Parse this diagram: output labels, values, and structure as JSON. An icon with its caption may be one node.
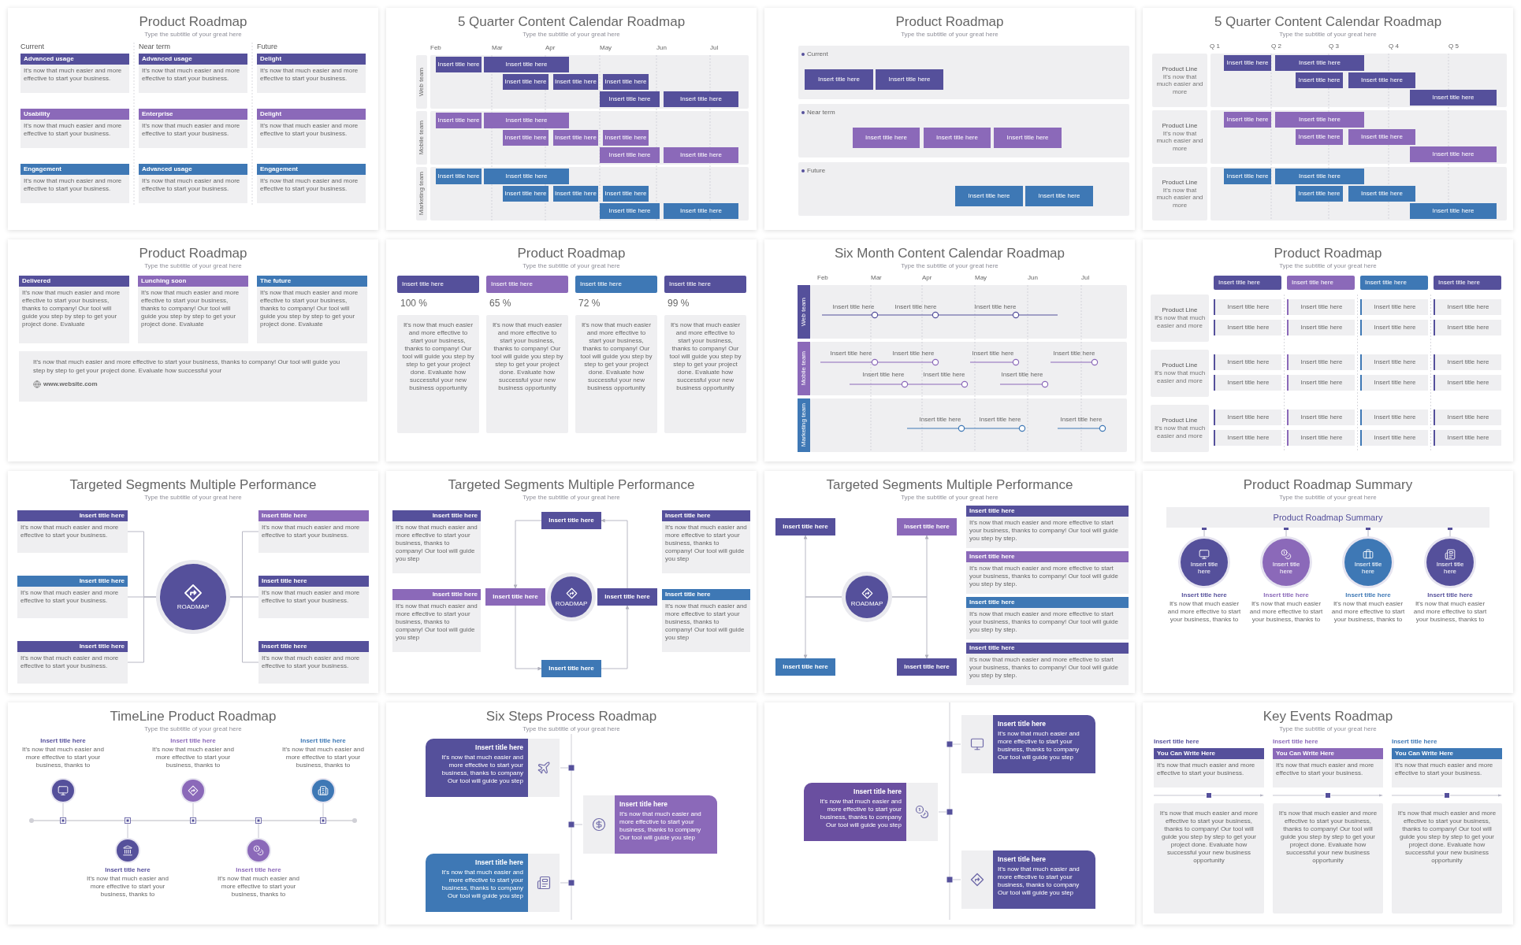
{
  "diagram": {
    "nodes": [
      {
        "text": [
          "Product Roadmap",
          "Type the subtitle of your great here"
        ]
      },
      {
        "text": [
          "Advanced usage",
          "It's now that much easier and more effective to start your business."
        ],
        "in": 0
      },
      {
        "text": [
          "Advanced usage",
          "It's now that much easier and more effective to start your business."
        ],
        "in": 0
      },
      {
        "text": [
          "Delight",
          "It's now that much easier and more effective to start your business."
        ],
        "in": 0
      },
      {
        "text": [
          "Usability",
          "It's now that much easier and more effective to start your business."
        ],
        "in": 0
      },
      {
        "text": [
          "Enterprise",
          "It's now that much easier and more effective to start your business."
        ],
        "in": 0
      },
      {
        "text": [
          "Delight",
          "It's now that much easier and more effective to start your business."
        ],
        "in": 0
      },
      {
        "text": [
          "Engagement",
          "It's now that much easier and more effective to start your business."
        ],
        "in": 0
      },
      {
        "text": [
          "Advanced usage",
          "It's now that much easier and more effective to start your business."
        ],
        "in": 0
      },
      {
        "text": [
          "Engagement",
          "It's now that much easier and more effective to start your business."
        ],
        "in": 0
      },
      {
        "text": [
          "5 Quarter Content Calendar Roadmap",
          "Type the subtitle of your great here"
        ]
      },
      {
        "text": [
          "Insert title here"
        ],
        "in": 10
      },
      {
        "text": [
          "Insert title here"
        ],
        "in": 10
      },
      {
        "text": [
          "Insert title here"
        ],
        "in": 10
      },
      {
        "text": [
          "Insert title here"
        ],
        "in": 10
      },
      {
        "text": [
          "Insert title here"
        ],
        "in": 10
      },
      {
        "text": [
          "Insert title here"
        ],
        "in": 10
      },
      {
        "text": [
          "Insert title here"
        ],
        "in": 10
      },
      {
        "text": [
          "Insert title here"
        ],
        "in": 10
      },
      {
        "text": [
          "Insert title here"
        ],
        "in": 10
      },
      {
        "text": [
          "Insert title here"
        ],
        "in": 10
      },
      {
        "text": [
          "Insert title here"
        ],
        "in": 10
      },
      {
        "text": [
          "Insert title here"
        ],
        "in": 10
      },
      {
        "text": [
          "Insert title here"
        ],
        "in": 10
      },
      {
        "text": [
          "Insert title here"
        ],
        "in": 10
      },
      {
        "text": [
          "Insert title here"
        ],
        "in": 10
      },
      {
        "text": [
          "Insert title here"
        ],
        "in": 10
      },
      {
        "text": [
          "Insert title here"
        ],
        "in": 10
      },
      {
        "text": [
          "Insert title here"
        ],
        "in": 10
      },
      {
        "text": [
          "Insert title here"
        ],
        "in": 10
      },
      {
        "text": [
          "Insert title here"
        ],
        "in": 10
      },
      {
        "text": [
          "Insert title here"
        ],
        "in": 10
      },
      {
        "text": [
          "Product Roadmap",
          "Type the subtitle of your great here"
        ]
      },
      {
        "text": [
          "Insert title here"
        ],
        "in": 32
      },
      {
        "text": [
          "Insert title here"
        ],
        "in": 32
      },
      {
        "text": [
          "Insert title here"
        ],
        "in": 32
      },
      {
        "text": [
          "Insert title here"
        ],
        "in": 32
      },
      {
        "text": [
          "Insert title here"
        ],
        "in": 32
      },
      {
        "text": [
          "Insert title here"
        ],
        "in": 32
      },
      {
        "text": [
          "Insert title here"
        ],
        "in": 32
      },
      {
        "text": [
          "5 Quarter Content Calendar Roadmap",
          "Type the subtitle of your great here"
        ]
      },
      {
        "text": [
          "Product Line",
          "It's now that much easier and more"
        ],
        "in": 40
      },
      {
        "text": [
          "Insert title here"
        ],
        "in": 40
      },
      {
        "text": [
          "Insert title here"
        ],
        "in": 40
      },
      {
        "text": [
          "Insert title here"
        ],
        "in": 40
      },
      {
        "text": [
          "Insert title here"
        ],
        "in": 40
      },
      {
        "text": [
          "Insert title here"
        ],
        "in": 40
      },
      {
        "text": [
          "Product Line",
          "It's now that much easier and more"
        ],
        "in": 40
      },
      {
        "text": [
          "Insert title here"
        ],
        "in": 40
      },
      {
        "text": [
          "Insert title here"
        ],
        "in": 40
      },
      {
        "text": [
          "Insert title here"
        ],
        "in": 40
      },
      {
        "text": [
          "Insert title here"
        ],
        "in": 40
      },
      {
        "text": [
          "Insert title here"
        ],
        "in": 40
      },
      {
        "text": [
          "Product Line",
          "It's now that much easier and more"
        ],
        "in": 40
      },
      {
        "text": [
          "Insert title here"
        ],
        "in": 40
      },
      {
        "text": [
          "Insert title here"
        ],
        "in": 40
      },
      {
        "text": [
          "Insert title here"
        ],
        "in": 40
      },
      {
        "text": [
          "Insert title here"
        ],
        "in": 40
      },
      {
        "text": [
          "Insert title here"
        ],
        "in": 40
      },
      {
        "text": [
          "Product Roadmap",
          "Type the subtitle of your great here"
        ]
      },
      {
        "text": [
          "Delivered",
          "It's now that much easier and more effective to start your business, thanks to company! Our tool will guide you step by step to get your project done. Evaluate"
        ],
        "in": 59
      },
      {
        "text": [
          "Lunching soon",
          "It's now that much easier and more effective to start your business, thanks to company! Our tool will guide you step by step to get your project done. Evaluate"
        ],
        "in": 59
      },
      {
        "text": [
          "The future",
          "It's now that much easier and more effective to start your business, thanks to company! Our tool will guide you step by step to get your project done. Evaluate"
        ],
        "in": 59
      },
      {
        "text": [
          "It's now that much easier and more effective to start your business, thanks to company! Our tool will guide you step by step to get your project done. Evaluate how successful your",
          "www.website.com"
        ],
        "in": 59
      },
      {
        "text": [
          "Product Roadmap",
          "Type the subtitle of your great here"
        ]
      },
      {
        "text": [
          "Insert title here"
        ],
        "in": 64
      },
      {
        "text": [
          "Insert title here"
        ],
        "in": 64
      },
      {
        "text": [
          "Insert title here"
        ],
        "in": 64
      },
      {
        "text": [
          "Insert title here"
        ],
        "in": 64
      },
      {
        "text": [
          "It's now that much easier and more effective to start your business, thanks to company! Our tool will guide you step by step to get your project done. Evaluate how successful your new business opportunity"
        ],
        "in": 64
      },
      {
        "text": [
          "It's now that much easier and more effective to start your business, thanks to company! Our tool will guide you step by step to get your project done. Evaluate how successful your new business opportunity"
        ],
        "in": 64
      },
      {
        "text": [
          "It's now that much easier and more effective to start your business, thanks to company! Our tool will guide you step by step to get your project done. Evaluate how successful your new business opportunity"
        ],
        "in": 64
      },
      {
        "text": [
          "It's now that much easier and more effective to start your business, thanks to company! Our tool will guide you step by step to get your project done. Evaluate how successful your new business opportunity"
        ],
        "in": 64
      },
      {
        "text": [
          "Six Month Content Calendar Roadmap",
          "Type the subtitle of your great here"
        ]
      },
      {
        "text": [
          "Web team"
        ],
        "in": 73
      },
      {
        "text": [
          "Mobile team"
        ],
        "in": 73
      },
      {
        "text": [
          "Marketing team"
        ],
        "in": 73
      },
      {
        "text": [
          "Product Roadmap",
          "Type the subtitle of your great here"
        ]
      },
      {
        "text": [
          "Insert title here"
        ],
        "in": 77
      },
      {
        "text": [
          "Insert title here"
        ],
        "in": 77
      },
      {
        "text": [
          "Insert title here"
        ],
        "in": 77
      },
      {
        "text": [
          "Insert title here"
        ],
        "in": 77
      },
      {
        "text": [
          "Product Line",
          "It's now that much easier and more"
        ],
        "in": 77
      },
      {
        "text": [
          "Insert title here"
        ],
        "in": 77
      },
      {
        "text": [
          "Insert title here"
        ],
        "in": 77
      },
      {
        "text": [
          "Insert title here"
        ],
        "in": 77
      },
      {
        "text": [
          "Insert title here"
        ],
        "in": 77
      },
      {
        "text": [
          "Insert title here"
        ],
        "in": 77
      },
      {
        "text": [
          "Insert title here"
        ],
        "in": 77
      },
      {
        "text": [
          "Insert title here"
        ],
        "in": 77
      },
      {
        "text": [
          "Insert title here"
        ],
        "in": 77
      },
      {
        "text": [
          "Product Line",
          "It's now that much easier and more"
        ],
        "in": 77
      },
      {
        "text": [
          "Insert title here"
        ],
        "in": 77
      },
      {
        "text": [
          "Insert title here"
        ],
        "in": 77
      },
      {
        "text": [
          "Insert title here"
        ],
        "in": 77
      },
      {
        "text": [
          "Insert title here"
        ],
        "in": 77
      },
      {
        "text": [
          "Insert title here"
        ],
        "in": 77
      },
      {
        "text": [
          "Insert title here"
        ],
        "in": 77
      },
      {
        "text": [
          "Insert title here"
        ],
        "in": 77
      },
      {
        "text": [
          "Insert title here"
        ],
        "in": 77
      },
      {
        "text": [
          "Product Line",
          "It's now that much easier and more"
        ],
        "in": 77
      },
      {
        "text": [
          "Insert title here"
        ],
        "in": 77
      },
      {
        "text": [
          "Insert title here"
        ],
        "in": 77
      },
      {
        "text": [
          "Insert title here"
        ],
        "in": 77
      },
      {
        "text": [
          "Insert title here"
        ],
        "in": 77
      },
      {
        "text": [
          "Insert title here"
        ],
        "in": 77
      },
      {
        "text": [
          "Insert title here"
        ],
        "in": 77
      },
      {
        "text": [
          "Insert title here"
        ],
        "in": 77
      },
      {
        "text": [
          "Insert title here"
        ],
        "in": 77
      },
      {
        "text": [
          "Targeted Segments Multiple Performance",
          "Type the subtitle of your great here"
        ]
      },
      {
        "text": [
          "Insert title here",
          "It's now that much easier and more effective to start your business."
        ],
        "in": 109
      },
      {
        "text": [
          "Insert title here",
          "It's now that much easier and more effective to start your business."
        ],
        "in": 109
      },
      {
        "text": [
          "Insert title here",
          "It's now that much easier and more effective to start your business."
        ],
        "in": 109
      },
      {
        "text": [
          "ROADMAP"
        ],
        "in": 109
      },
      {
        "text": [
          "Insert title here",
          "It's now that much easier and more effective to start your business."
        ],
        "in": 109
      },
      {
        "text": [
          "Insert title here",
          "It's now that much easier and more effective to start your business."
        ],
        "in": 109
      },
      {
        "text": [
          "Insert title here",
          "It's now that much easier and more effective to start your business."
        ],
        "in": 109
      },
      {
        "text": [
          "Targeted Segments Multiple Performance",
          "Type the subtitle of your great here"
        ]
      },
      {
        "text": [
          "Insert title here",
          "It's now that much easier and more effective to start your business, thanks to company! Our tool will guide you step"
        ],
        "in": 117
      },
      {
        "text": [
          "Insert title here",
          "It's now that much easier and more effective to start your business, thanks to company! Our tool will guide you step"
        ],
        "in": 117
      },
      {
        "text": [
          "Insert title here"
        ],
        "in": 117
      },
      {
        "text": [
          "Insert title here"
        ],
        "in": 117
      },
      {
        "text": [
          "ROADMAP"
        ],
        "in": 117
      },
      {
        "text": [
          "Insert title here"
        ],
        "in": 117
      },
      {
        "text": [
          "Insert title here"
        ],
        "in": 117
      },
      {
        "text": [
          "Insert title here",
          "It's now that much easier and more effective to start your business, thanks to company! Our tool will guide you step"
        ],
        "in": 117
      },
      {
        "text": [
          "Insert title here",
          "It's now that much easier and more effective to start your business, thanks to company! Our tool will guide you step"
        ],
        "in": 117
      },
      {
        "text": [
          "Targeted Segments Multiple Performance",
          "Type the subtitle of your great here"
        ]
      },
      {
        "text": [
          "Insert title here"
        ],
        "in": 127
      },
      {
        "text": [
          "Insert title here"
        ],
        "in": 127
      },
      {
        "text": [
          "ROADMAP"
        ],
        "in": 127
      },
      {
        "text": [
          "Insert title here"
        ],
        "in": 127
      },
      {
        "text": [
          "Insert title here"
        ],
        "in": 127
      },
      {
        "text": [
          "Insert title here",
          "It's now that much easier and more effective to start your business, thanks to company! Our tool will guide you step by step."
        ],
        "in": 127
      },
      {
        "text": [
          "Insert title here",
          "It's now that much easier and more effective to start your business, thanks to company! Our tool will guide you step by step."
        ],
        "in": 127
      },
      {
        "text": [
          "Insert title here",
          "It's now that much easier and more effective to start your business, thanks to company! Our tool will guide you step by step."
        ],
        "in": 127
      },
      {
        "text": [
          "Insert title here",
          "It's now that much easier and more effective to start your business, thanks to company! Our tool will guide you step by step."
        ],
        "in": 127
      },
      {
        "text": [
          "Product Roadmap Summary",
          "Type the subtitle of your great here"
        ]
      },
      {
        "text": [
          "Product Roadmap Summary"
        ],
        "in": 137
      },
      {
        "text": [
          "Insert title here"
        ],
        "in": 137,
        "beside": [
          "Insert title here",
          "It's now that much easier and more effective to start your business, thanks to"
        ]
      },
      {
        "text": [
          "Insert title here"
        ],
        "in": 137,
        "beside": [
          "Insert title here",
          "It's now that much easier and more effective to start your business, thanks to"
        ]
      },
      {
        "text": [
          "Insert title here"
        ],
        "in": 137,
        "beside": [
          "Insert title here",
          "It's now that much easier and more effective to start your business, thanks to"
        ]
      },
      {
        "text": [
          "Insert title here"
        ],
        "in": 137,
        "beside": [
          "Insert title here",
          "It's now that much easier and more effective to start your business, thanks to"
        ]
      },
      {
        "text": [
          "TimeLine Product Roadmap",
          "Type the subtitle of your great here"
        ]
      },
      {
        "text": [],
        "shape": "circle",
        "in": 143,
        "beside": [
          "Insert title here",
          "It's now that much easier and more effective to start your business, thanks to"
        ]
      },
      {
        "text": [],
        "shape": "circle",
        "in": 143,
        "beside": [
          "Insert title here",
          "It's now that much easier and more effective to start your business, thanks to"
        ]
      },
      {
        "text": [],
        "shape": "circle",
        "in": 143,
        "beside": [
          "Insert title here",
          "It's now that much easier and more effective to start your business, thanks to"
        ]
      },
      {
        "text": [],
        "shape": "circle",
        "in": 143,
        "beside": [
          "Insert title here",
          "It's now that much easier and more effective to start your business, thanks to"
        ]
      },
      {
        "text": [],
        "shape": "circle",
        "in": 143,
        "beside": [
          "Insert title here",
          "It's now that much easier and more effective to start your business, thanks to"
        ]
      },
      {
        "text": [
          "Six Steps Process Roadmap",
          "Type the subtitle of your great here"
        ]
      },
      {
        "text": [
          "Insert title here",
          "It's now that much easier and more effective to start your business, thanks to company Our tool will guide you step"
        ],
        "in": 149
      },
      {
        "text": [
          "Insert title here",
          "It's now that much easier and more effective to start your business, thanks to company Our tool will guide you step"
        ],
        "in": 149
      },
      {
        "text": [
          "Insert title here",
          "It's now that much easier and more effective to start your business, thanks to company Our tool will guide you step"
        ],
        "in": 149
      },
      {
        "text": [],
        "shape": "box"
      },
      {
        "text": [
          "Insert title here",
          "It's now that much easier and more effective to start your business, thanks to company Our tool will guide you step"
        ],
        "in": 153
      },
      {
        "text": [
          "Insert title here",
          "It's now that much easier and more effective to start your business, thanks to company Our tool will guide you step"
        ],
        "in": 153
      },
      {
        "text": [
          "Insert title here",
          "It's now that much easier and more effective to start your business, thanks to company Our tool will guide you step"
        ],
        "in": 153
      },
      {
        "text": [
          "Key Events Roadmap",
          "Type the subtitle of your great here"
        ]
      },
      {
        "text": [
          "You Can Write Here",
          "It's now that much easier and more effective to start your business."
        ],
        "in": 157,
        "beside": [
          "Insert title here"
        ]
      },
      {
        "text": [
          "You Can Write Here",
          "It's now that much easier and more effective to start your business."
        ],
        "in": 157,
        "beside": [
          "Insert title here"
        ]
      },
      {
        "text": [
          "You Can Write Here",
          "It's now that much easier and more effective to start your business."
        ],
        "in": 157,
        "beside": [
          "Insert title here"
        ]
      },
      {
        "text": [
          "It's now that much easier and more effective to start your business, thanks to company! Our tool will guide you step by step to get your project done. Evaluate how successful your new business opportunity"
        ],
        "in": 157
      },
      {
        "text": [
          "It's now that much easier and more effective to start your business, thanks to company! Our tool will guide you step by step to get your project done. Evaluate how successful your new business opportunity"
        ],
        "in": 157
      },
      {
        "text": [
          "It's now that much easier and more effective to start your business, thanks to company! Our tool will guide you step by step to get your project done. Evaluate how successful your new business opportunity"
        ],
        "in": 157
      }
    ],
    "edges": [
      {
        "from": 113,
        "to": 110,
        "arrow": "none"
      },
      {
        "from": 113,
        "to": 111,
        "arrow": "none"
      },
      {
        "from": 113,
        "to": 112,
        "arrow": "none"
      },
      {
        "from": 113,
        "to": 114,
        "arrow": "none"
      },
      {
        "from": 113,
        "to": 115,
        "arrow": "none"
      },
      {
        "from": 113,
        "to": 116,
        "arrow": "none"
      },
      {
        "from": 120,
        "to": 121,
        "arrow": "to"
      },
      {
        "from": 121,
        "to": 124,
        "arrow": "to"
      },
      {
        "from": 124,
        "to": 123,
        "arrow": "to"
      },
      {
        "from": 123,
        "to": 120,
        "arrow": "to"
      },
      {
        "from": 130,
        "to": 128,
        "arrow": "to"
      },
      {
        "from": 130,
        "to": 129,
        "arrow": "to"
      },
      {
        "from": 130,
        "to": 131,
        "arrow": "to"
      },
      {
        "from": 130,
        "to": 132,
        "arrow": "to"
      },
      {
        "from": 138,
        "to": 139,
        "arrow": "other"
      },
      {
        "from": 138,
        "to": 140,
        "arrow": "other"
      },
      {
        "from": 138,
        "to": 141,
        "arrow": "other"
      },
      {
        "from": 138,
        "to": 142,
        "arrow": "other"
      }
    ],
    "labels": [
      "Current",
      "Near term",
      "Future",
      "Feb",
      "Mar",
      "Apr",
      "May",
      "Jun",
      "Jul",
      "Web team",
      "Mobile team",
      "Marketing team",
      "Current",
      "Near term",
      "Future",
      "Q 1",
      "Q 2",
      "Q 3",
      "Q 4",
      "Q 5",
      "100 %",
      "65 %",
      "72 %",
      "99 %",
      "Feb",
      "Mar",
      "Apr",
      "May",
      "Jun",
      "Jul",
      "Insert title here",
      "Insert title here",
      "Insert title here",
      "Insert title here",
      "Insert title here",
      "Insert title here",
      "Insert title here",
      "Insert title here",
      "Insert title here",
      "Insert title here",
      "Insert title here",
      "Insert title here",
      "Insert title here"
    ]
  }
}
